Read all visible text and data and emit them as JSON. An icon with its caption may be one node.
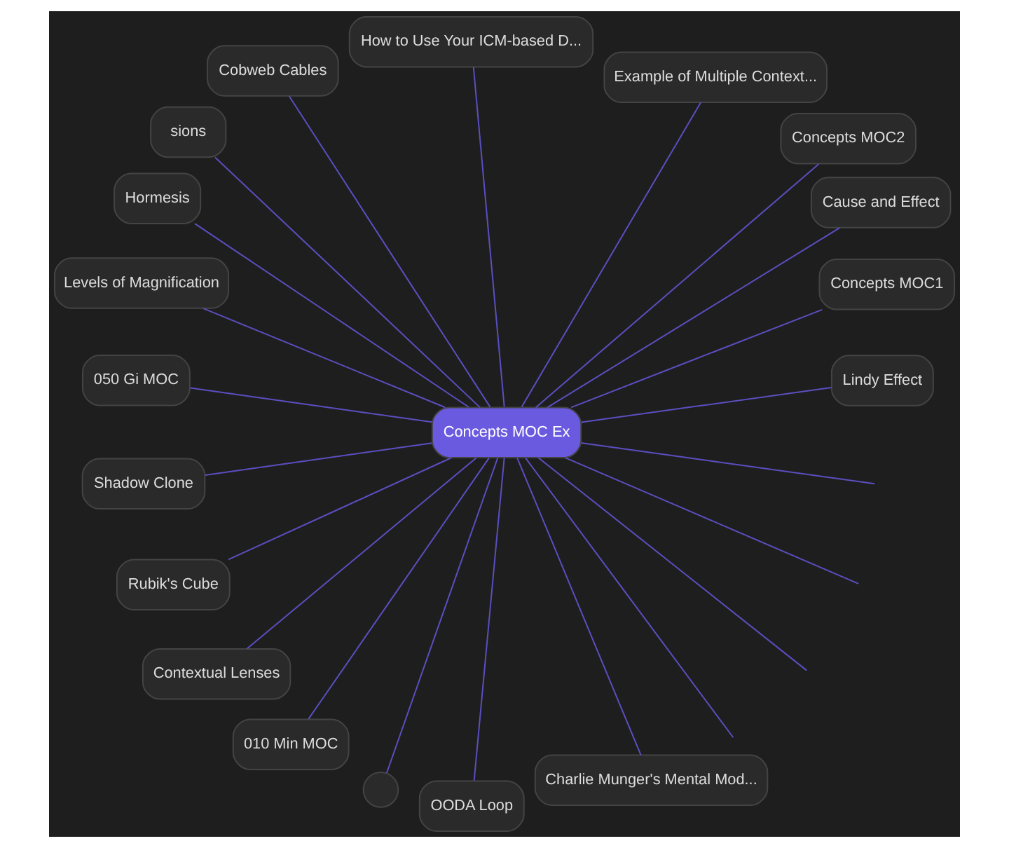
{
  "diagram": {
    "nodes": [
      {
        "text": [
          "Concepts MOC Ex"
        ]
      },
      {
        "text": [
          "Lindy Effect"
        ]
      },
      {
        "text": [
          "Concepts MOC1"
        ]
      },
      {
        "text": [
          "Cause and Effect"
        ]
      },
      {
        "text": [
          "Concepts MOC2"
        ]
      },
      {
        "text": [
          "Example of Multiple Context..."
        ]
      },
      {
        "text": [
          "How to Use Your ICM-based D..."
        ]
      },
      {
        "text": [
          "Cobweb Cables"
        ]
      },
      {
        "text": [
          "sions"
        ]
      },
      {
        "text": [
          "Hormesis"
        ]
      },
      {
        "text": [
          "Levels of Magnification"
        ]
      },
      {
        "text": [
          "050 Gi MOC"
        ]
      },
      {
        "text": [
          "Shadow Clone"
        ]
      },
      {
        "text": [
          "Rubik's Cube"
        ]
      },
      {
        "text": [
          "Contextual Lenses"
        ]
      },
      {
        "text": [
          "010 Min MOC"
        ]
      },
      {
        "text": [],
        "shape": "circle"
      },
      {
        "text": [
          "OODA Loop"
        ]
      },
      {
        "text": [
          "Charlie Munger's Mental Mod..."
        ]
      }
    ],
    "edges": [
      {
        "from": 0,
        "to": 1,
        "arrow": "none"
      },
      {
        "from": 0,
        "to": 2,
        "arrow": "none"
      },
      {
        "from": 0,
        "to": 3,
        "arrow": "none"
      },
      {
        "from": 0,
        "to": 4,
        "arrow": "none"
      },
      {
        "from": 0,
        "to": 5,
        "arrow": "none"
      },
      {
        "from": 0,
        "to": 6,
        "arrow": "none"
      },
      {
        "from": 0,
        "to": 7,
        "arrow": "none"
      },
      {
        "from": 0,
        "to": 8,
        "arrow": "none"
      },
      {
        "from": 0,
        "to": 9,
        "arrow": "none"
      },
      {
        "from": 0,
        "to": 10,
        "arrow": "none"
      },
      {
        "from": 0,
        "to": 11,
        "arrow": "none"
      },
      {
        "from": 0,
        "to": 12,
        "arrow": "none"
      },
      {
        "from": 0,
        "to": 13,
        "arrow": "none"
      },
      {
        "from": 0,
        "to": 14,
        "arrow": "none"
      },
      {
        "from": 0,
        "to": 15,
        "arrow": "none"
      },
      {
        "from": 0,
        "to": 16,
        "arrow": "none"
      },
      {
        "from": 0,
        "to": 17,
        "arrow": "none"
      },
      {
        "from": 0,
        "to": 18,
        "arrow": "none"
      },
      {
        "from": 0,
        "to": null,
        "arrow": "none"
      },
      {
        "from": 0,
        "to": null,
        "arrow": "none"
      },
      {
        "from": 0,
        "to": null,
        "arrow": "none"
      },
      {
        "from": 0,
        "to": null,
        "arrow": "none"
      }
    ]
  }
}
